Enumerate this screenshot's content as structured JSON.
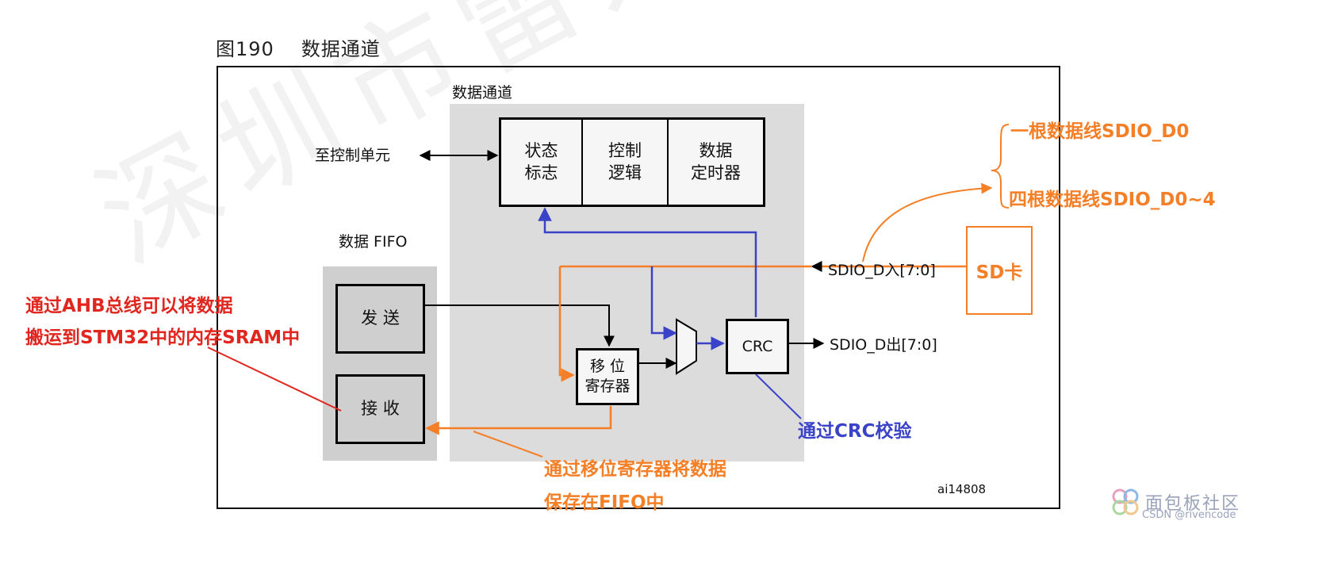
{
  "figure": {
    "number": "图190",
    "name": "数据通道"
  },
  "labels": {
    "data_path": "数据通道",
    "to_control": "至控制单元",
    "fifo_title": "数据 FIFO",
    "sdio_in": "SDIO_D入[7:0]",
    "sdio_out": "SDIO_D出[7:0]",
    "figure_id": "ai14808"
  },
  "blocks": {
    "status_flag": "状态\n标志",
    "control_logic": "控制\n逻辑",
    "data_timer": "数据\n定时器",
    "send": "发 送",
    "receive": "接 收",
    "shift_register": "移 位\n寄存器",
    "crc": "CRC"
  },
  "annotations": {
    "one_line": "一根数据线SDIO_D0",
    "four_lines": "四根数据线SDIO_D0~4",
    "sd_card": "SD卡",
    "ahb_line1": "通过AHB总线可以将数据",
    "ahb_line2": "搬运到STM32中的内存SRAM中",
    "crc_check": "通过CRC校验",
    "shift_save_line1": "通过移位寄存器将数据",
    "shift_save_line2": "保存在FIFO中"
  },
  "watermark": {
    "big": "深圳市雷龙发展有限公司",
    "logo": "面包板社区",
    "csdn": "CSDN @rivencode"
  },
  "colors": {
    "annotation_red": "#e0261f",
    "annotation_orange": "#f47f27",
    "annotation_blue": "#3a43c8"
  }
}
